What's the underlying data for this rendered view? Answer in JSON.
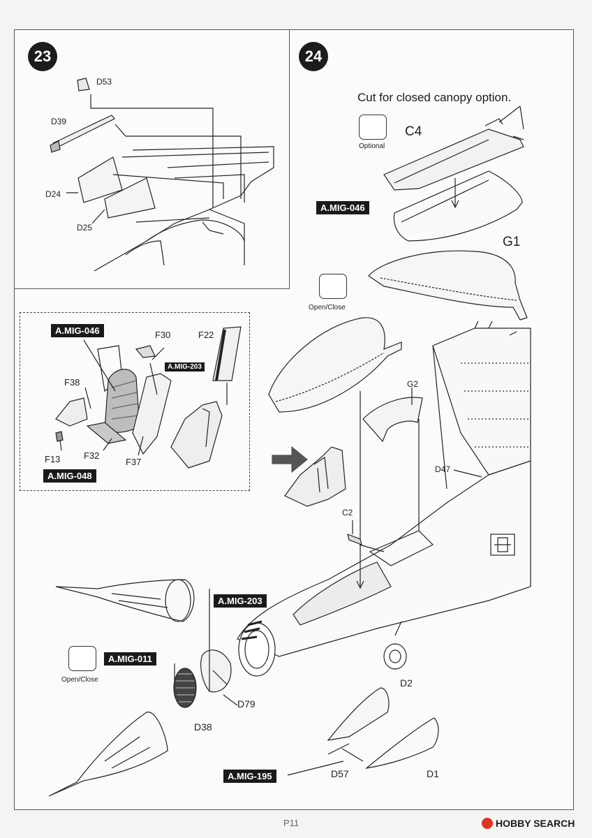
{
  "steps": {
    "step23": "23",
    "step24": "24"
  },
  "step23_labels": {
    "d53": "D53",
    "d39": "D39",
    "d24": "D24",
    "d25": "D25"
  },
  "step24_labels": {
    "canopy_note": "Cut for closed canopy option.",
    "optional": "Optional",
    "c4": "C4",
    "g1": "G1",
    "open_close_top": "Open/Close",
    "g2": "G2",
    "d47": "D47",
    "c2": "C2",
    "open_close_bottom": "Open/Close",
    "d79": "D79",
    "d38": "D38",
    "d2": "D2",
    "d57": "D57",
    "d1": "D1"
  },
  "seat_labels": {
    "f30": "F30",
    "f22": "F22",
    "f38": "F38",
    "f13": "F13",
    "f32": "F32",
    "f37": "F37"
  },
  "paint_codes": {
    "seat_046": "A.MIG-046",
    "seat_203": "A.MIG-203",
    "seat_048": "A.MIG-048",
    "canopy_046": "A.MIG-046",
    "nose_203": "A.MIG-203",
    "nose_011": "A.MIG-011",
    "probe_195": "A.MIG-195"
  },
  "footer": {
    "page": "P11",
    "watermark": "HOBBY SEARCH"
  },
  "icons": [
    "rotate-arrows-icon",
    "step-arrow-icon"
  ]
}
